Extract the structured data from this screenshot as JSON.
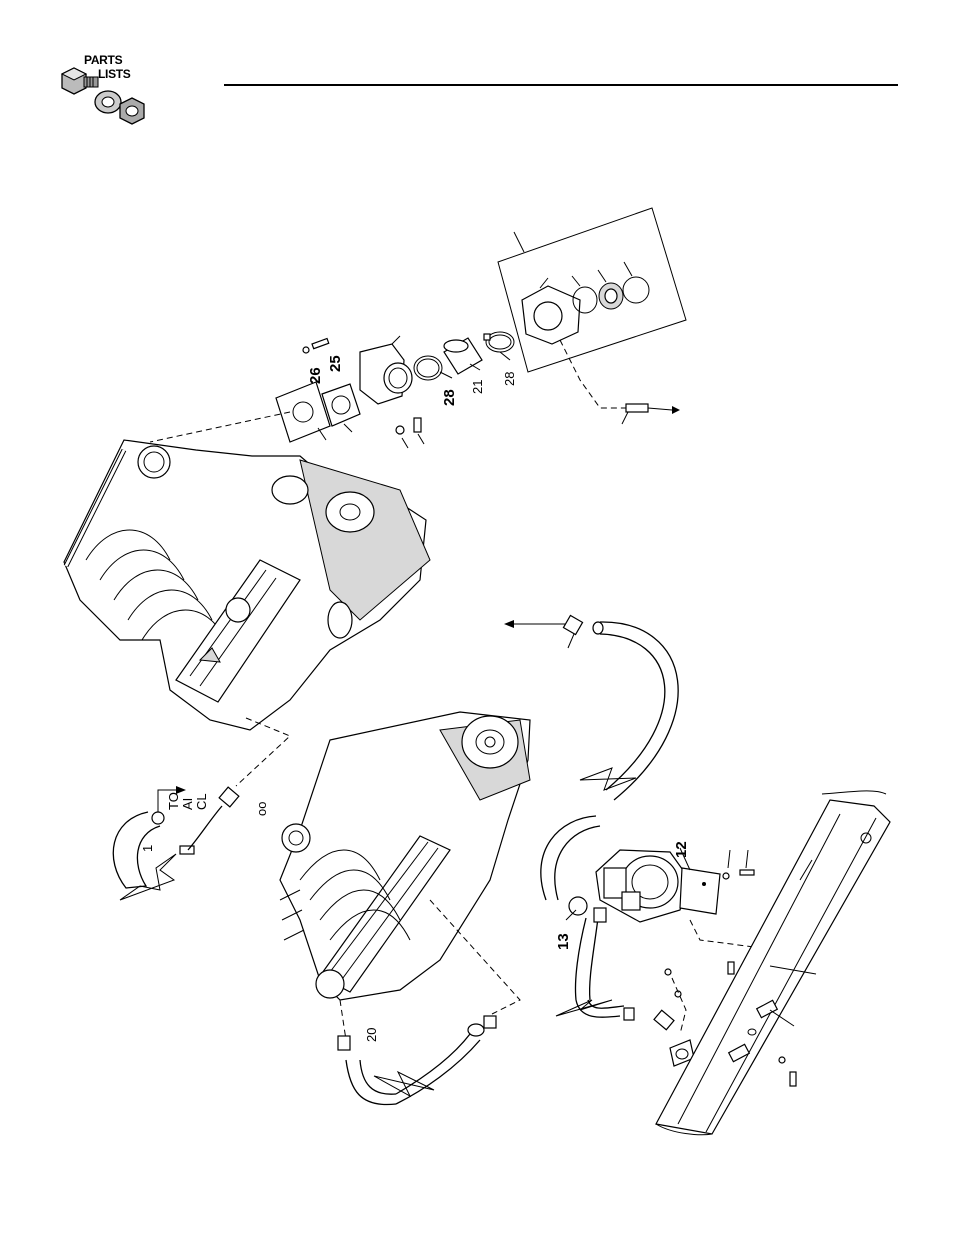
{
  "header": {
    "logo_line1": "PARTS",
    "logo_line2": "LISTS"
  },
  "callouts": {
    "c25": "25",
    "c26": "26",
    "c28a": "28",
    "c21": "21",
    "c28b": "28",
    "c12": "12",
    "c13": "13",
    "frag_to": "TO",
    "frag_ai": "AI",
    "frag_cl": "CL",
    "frag_20": "20",
    "frag_1": "1"
  }
}
